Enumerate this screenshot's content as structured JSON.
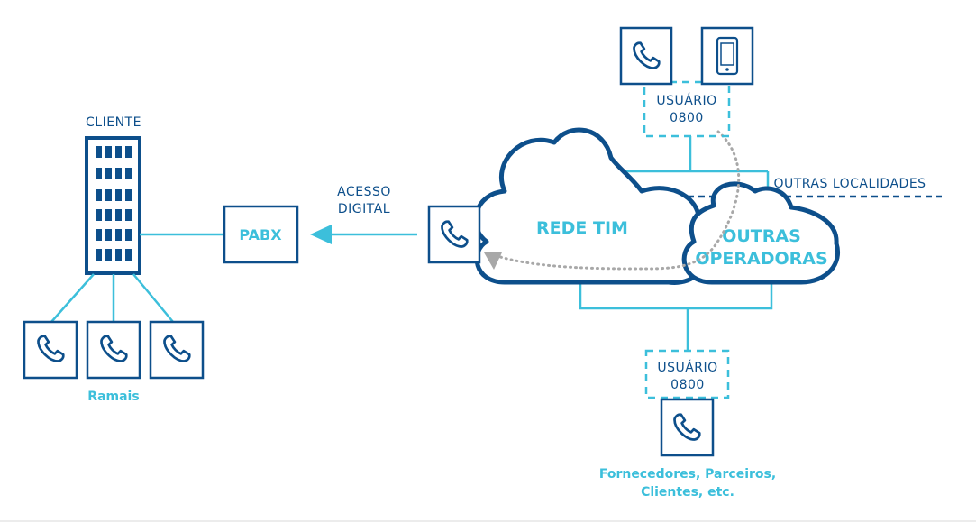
{
  "labels": {
    "cliente": "CLIENTE",
    "ramais": "Ramais",
    "pabx": "PABX",
    "acesso_line1": "ACESSO",
    "acesso_line2": "DIGITAL",
    "rede_tim": "REDE TIM",
    "outras_line1": "OUTRAS",
    "outras_line2": "OPERADORAS",
    "outras_localidades": "OUTRAS LOCALIDADES",
    "usuario_top_line1": "USUÁRIO",
    "usuario_top_line2": "0800",
    "usuario_bottom_line1": "USUÁRIO",
    "usuario_bottom_line2": "0800",
    "fornecedores_line1": "Fornecedores, Parceiros,",
    "fornecedores_line2": "Clientes, etc."
  },
  "icons": {
    "building": "building-icon",
    "phone": "phone-icon",
    "mobile": "mobile-phone-icon"
  },
  "colors": {
    "dark_blue": "#0d4f8b",
    "light_blue": "#3cbfdb",
    "gray_dotted": "#a8a8a8",
    "background": "#ffffff"
  }
}
